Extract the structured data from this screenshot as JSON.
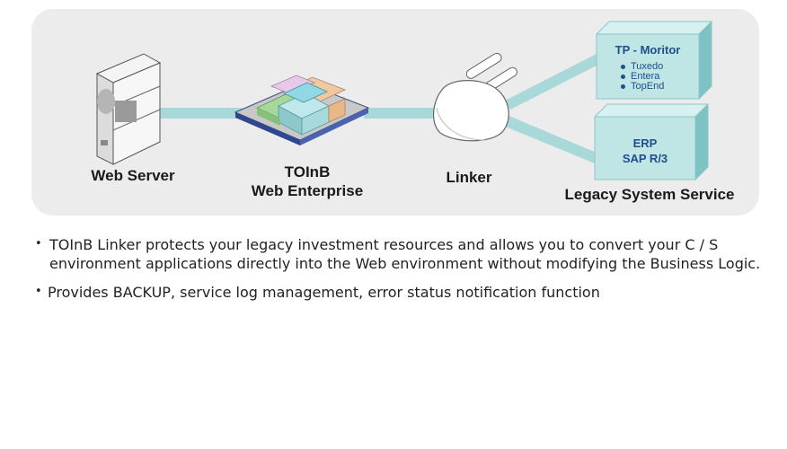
{
  "diagram": {
    "web_server_label": "Web Server",
    "toinb_label_line1": "TOInB",
    "toinb_label_line2": "Web Enterprise",
    "linker_label": "Linker",
    "tp_monitor": {
      "title": "TP - Moritor",
      "items": [
        "Tuxedo",
        "Entera",
        "TopEnd"
      ]
    },
    "erp": {
      "line1": "ERP",
      "line2": "SAP R/3"
    },
    "legacy_label": "Legacy System Service",
    "colors": {
      "panel": "#ececec",
      "connector": "#a8d8d8",
      "box_face": "#bfe5e5",
      "box_text": "#1d4f8c"
    }
  },
  "bullets": [
    "TOInB Linker protects your legacy investment resources and allows you to convert your C / S environment applications directly into the Web environment without modifying the Business Logic.",
    "Provides BACKUP, service log management, error status notification function"
  ]
}
